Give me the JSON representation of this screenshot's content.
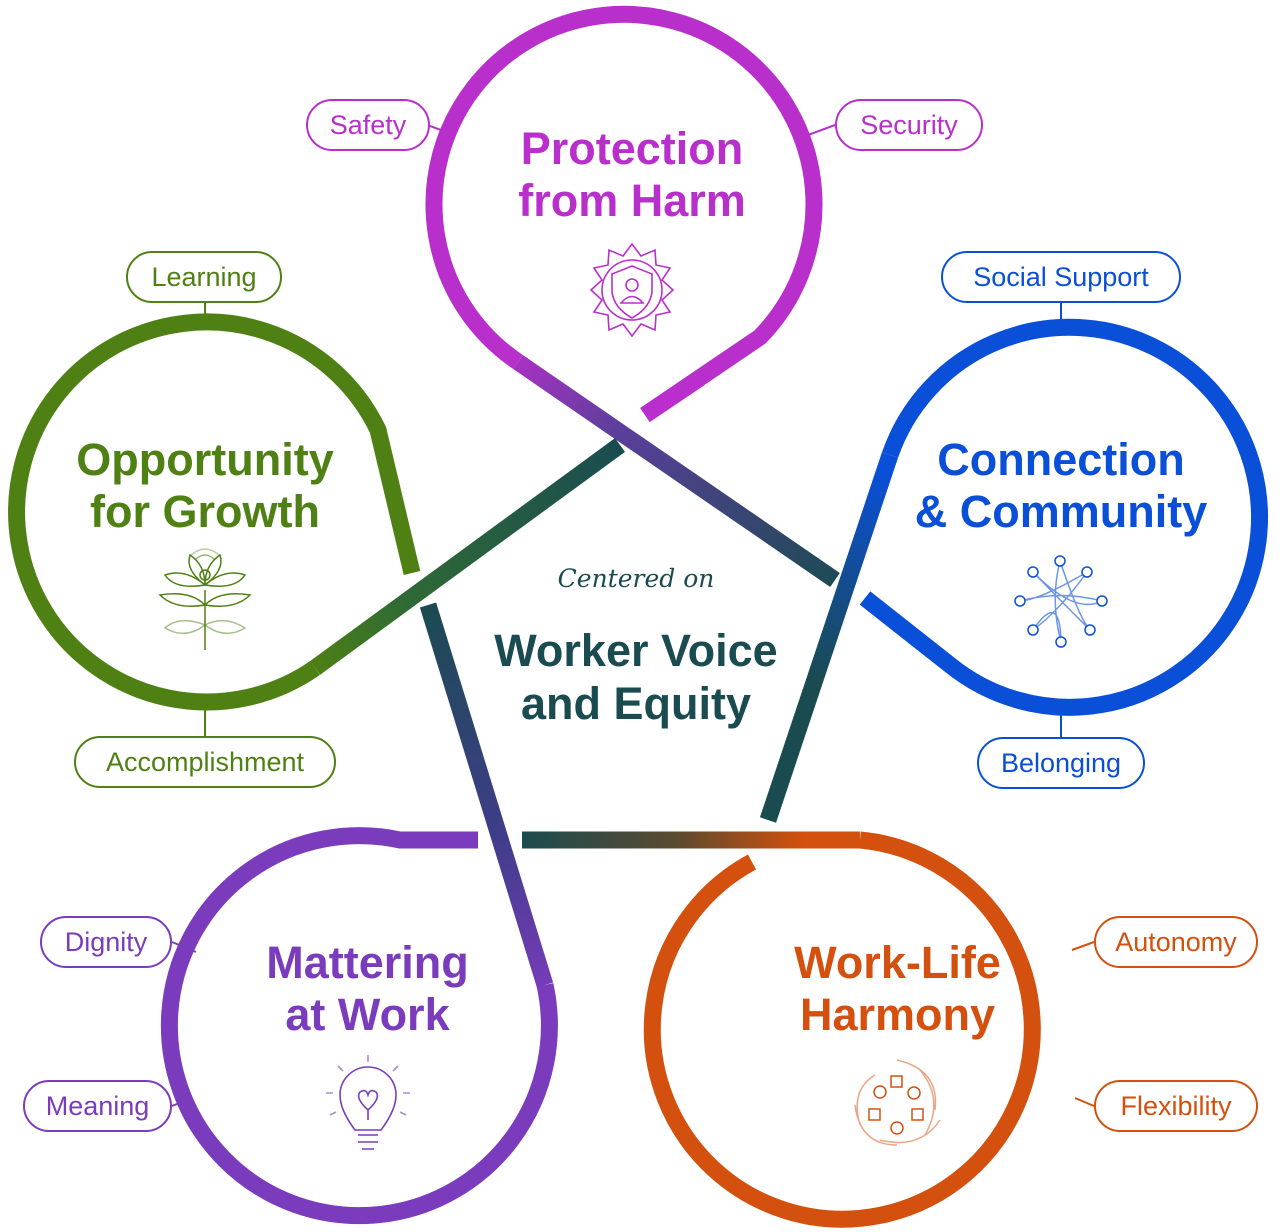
{
  "center": {
    "subtitle": "Centered on",
    "title_line1": "Worker Voice",
    "title_line2": "and Equity"
  },
  "pillars": {
    "protection": {
      "title_line1": "Protection",
      "title_line2": "from Harm",
      "icon": "shield-person-icon",
      "color": "#b92fcc",
      "tags": [
        "Safety",
        "Security"
      ]
    },
    "connection": {
      "title_line1": "Connection",
      "title_line2": "& Community",
      "icon": "network-icon",
      "color": "#0a4fd8",
      "tags": [
        "Social Support",
        "Belonging"
      ]
    },
    "worklife": {
      "title_line1": "Work-Life",
      "title_line2": "Harmony",
      "icon": "flow-swirl-icon",
      "color": "#d3500f",
      "tags": [
        "Autonomy",
        "Flexibility"
      ]
    },
    "mattering": {
      "title_line1": "Mattering",
      "title_line2": "at Work",
      "icon": "heart-lightbulb-icon",
      "color": "#7a3cbc",
      "tags": [
        "Dignity",
        "Meaning"
      ]
    },
    "growth": {
      "title_line1": "Opportunity",
      "title_line2": "for Growth",
      "icon": "flower-sprout-icon",
      "color": "#4e8013",
      "tags": [
        "Learning",
        "Accomplishment"
      ]
    }
  },
  "center_color": "#1a4b50"
}
